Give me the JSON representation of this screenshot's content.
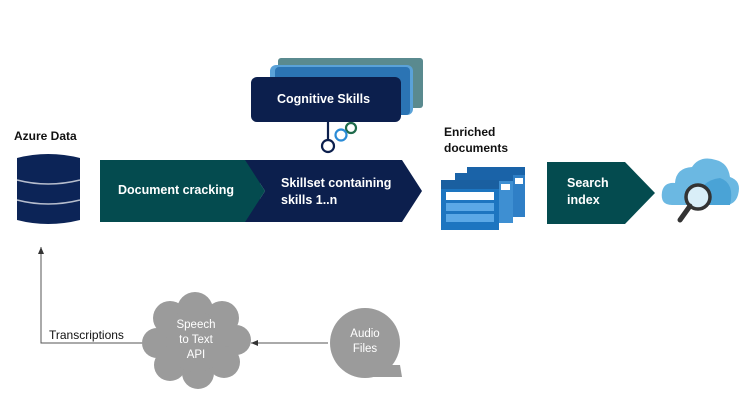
{
  "diagram": {
    "azure_data": {
      "label": "Azure Data",
      "icon": "database-icon"
    },
    "pipeline": {
      "stage1": {
        "label": "Document cracking"
      },
      "stage2": {
        "line1": "Skillset containing",
        "line2": "skills 1..n"
      }
    },
    "cognitive_skills": {
      "label": "Cognitive Skills",
      "icon": "linked-rings-icon"
    },
    "enriched": {
      "line1": "Enriched",
      "line2": "documents",
      "icon": "stacked-documents-icon"
    },
    "search_index": {
      "line1": "Search",
      "line2": "index"
    },
    "search_service": {
      "icon": "cloud-search-icon"
    },
    "speech_api": {
      "line1": "Speech",
      "line2": "to Text",
      "line3": "API"
    },
    "audio_files": {
      "line1": "Audio",
      "line2": "Files"
    },
    "transcriptions": {
      "label": "Transcriptions"
    }
  },
  "colors": {
    "teal": "#044b4f",
    "navy": "#0c1f4d",
    "blue": "#1e7bc1",
    "light_blue": "#5aaee0",
    "gray": "#999999"
  }
}
